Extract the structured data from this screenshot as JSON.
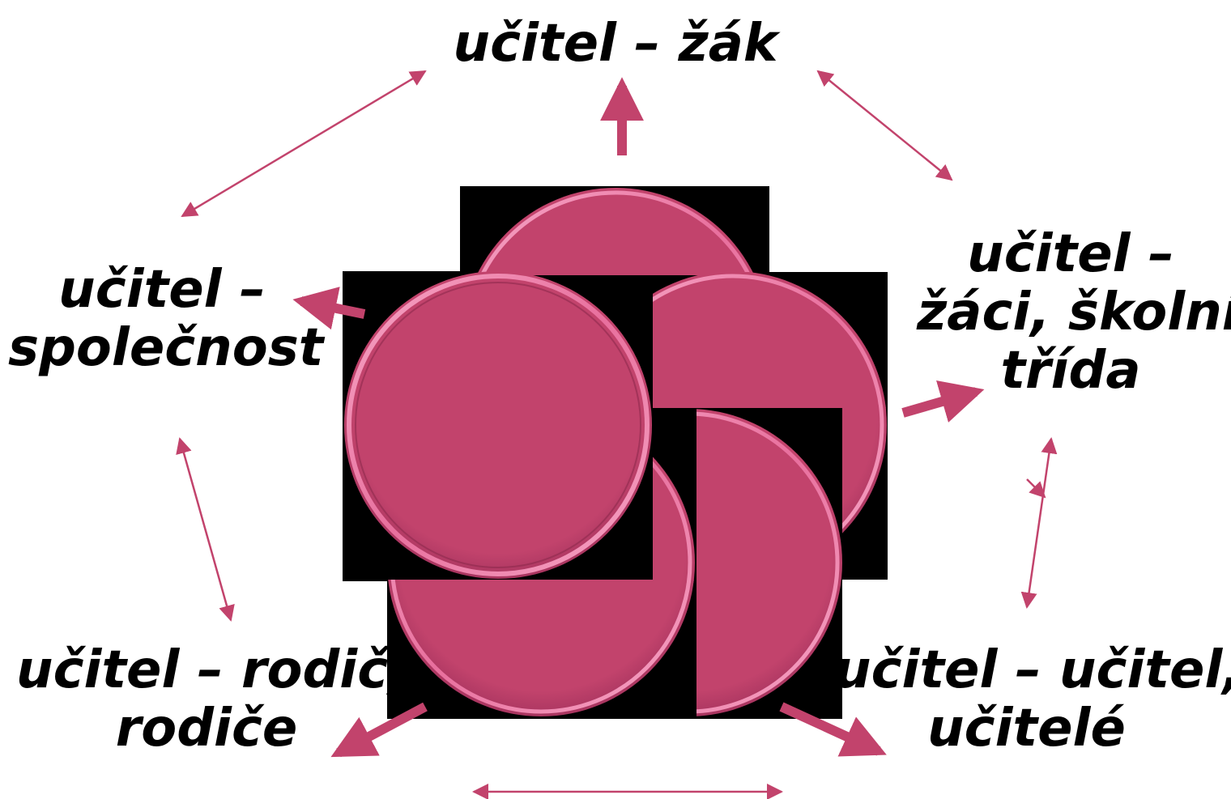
{
  "colors": {
    "accent": "#c2436c",
    "accent_light": "#f08bb4",
    "accent_dark": "#8e2a4d",
    "block": "#000000",
    "text": "#000000"
  },
  "labels": {
    "top": "učitel – žák",
    "left": [
      "učitel –",
      "společnost"
    ],
    "right": [
      "učitel –",
      "žáci, školní",
      "třída"
    ],
    "bottom_left": [
      "učitel – rodič,",
      "rodiče"
    ],
    "bottom_right": [
      "učitel – učitel,",
      "učitelé"
    ]
  }
}
